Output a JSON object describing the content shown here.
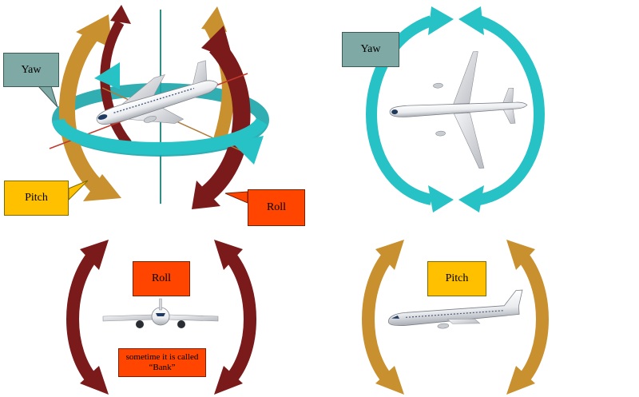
{
  "labels": {
    "yaw_topleft": "Yaw",
    "pitch_topleft": "Pitch",
    "roll_topleft": "Roll",
    "yaw_topright": "Yaw",
    "roll_bottomleft": "Roll",
    "bank_note": "sometime it is called “Bank”",
    "pitch_bottomright": "Pitch"
  },
  "colors": {
    "yaw": "#26c2c6",
    "pitch": "#c8902f",
    "roll": "#7a1a1a",
    "roll_box": "#ff4500",
    "pitch_box": "#ffc000",
    "yaw_box": "#7fa9a5"
  },
  "icons": [
    "airplane-icon",
    "rotation-arrow-icon"
  ]
}
